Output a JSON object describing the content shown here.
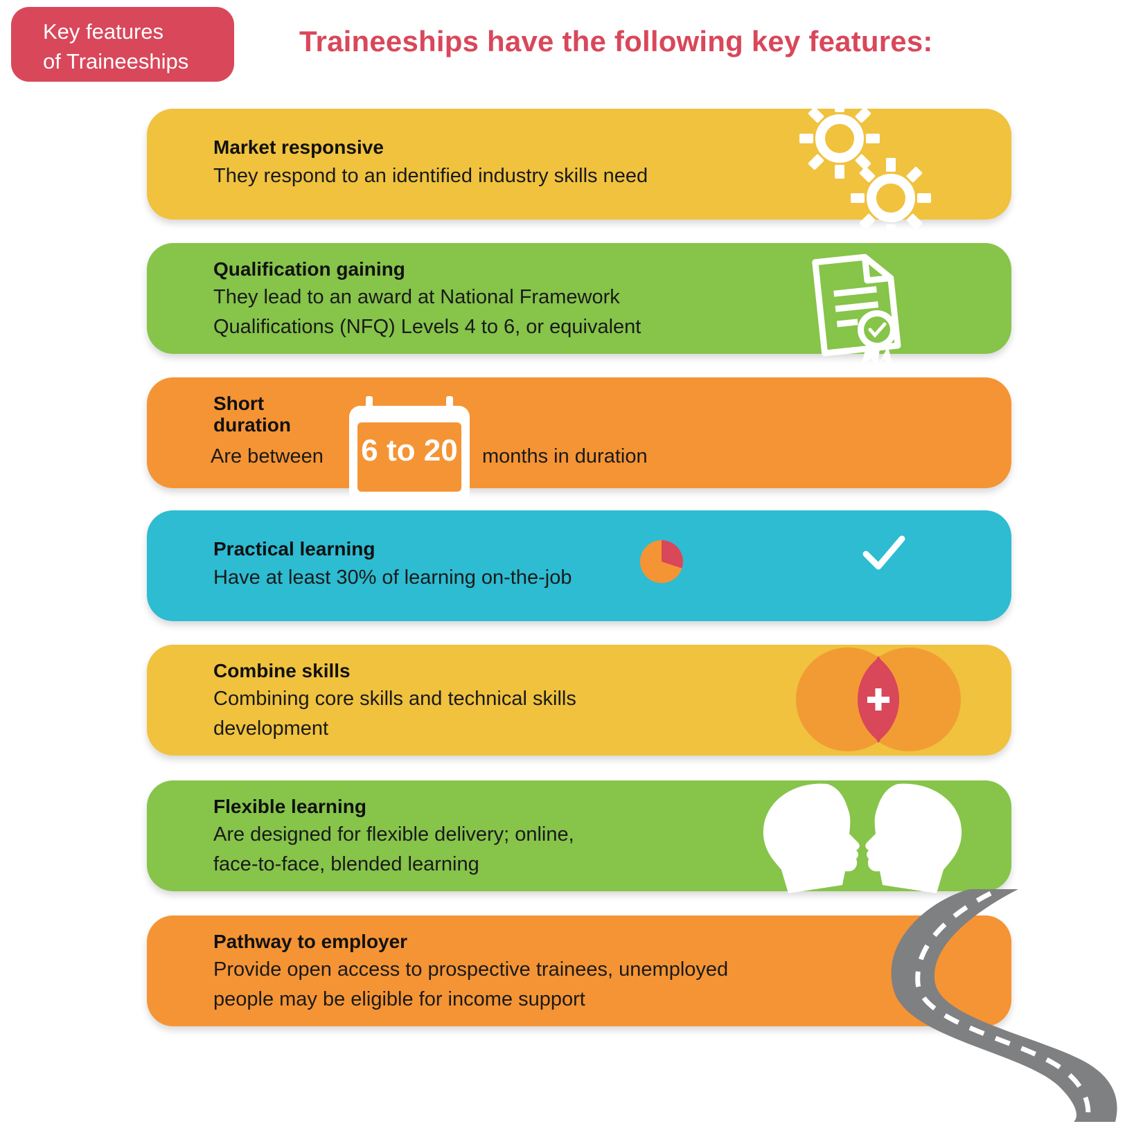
{
  "tag": {
    "line1": "Key features",
    "line2": "of Traineeships"
  },
  "headline": "Traineeships have the following key features:",
  "colors": {
    "accent": "#d9475a",
    "yellow": "#f0c23e",
    "green": "#86c44a",
    "orange": "#f59434",
    "blue": "#2dbcd2"
  },
  "features": [
    {
      "title": "Market responsive",
      "lines": [
        "They respond to an identified industry skills need"
      ],
      "icon": "gears-icon"
    },
    {
      "title": "Qualification gaining",
      "lines": [
        "They lead to an award at National Framework",
        "Qualifications (NFQ) Levels 4 to 6, or equivalent"
      ],
      "icon": "certificate-icon"
    },
    {
      "title_line1": "Short",
      "title_line2": "duration",
      "before": "Are between",
      "range": "6 to 20",
      "after": "months in duration",
      "icon": "calendar-icon"
    },
    {
      "title": "Practical learning",
      "lines": [
        "Have at least 30% of learning on-the-job"
      ],
      "icon": "pie-chart-icon",
      "icon2": "checkmark-icon",
      "on_the_job_share": 0.3
    },
    {
      "title": "Combine skills",
      "lines": [
        "Combining core skills and technical skills",
        "development"
      ],
      "icon": "venn-plus-icon"
    },
    {
      "title": "Flexible learning",
      "lines": [
        "Are designed for flexible delivery; online,",
        "face-to-face, blended learning"
      ],
      "icon": "two-heads-icon"
    },
    {
      "title": "Pathway to employer",
      "lines": [
        "Provide open access to prospective trainees, unemployed",
        "people may be eligible for income support"
      ],
      "icon": "road-icon"
    }
  ]
}
